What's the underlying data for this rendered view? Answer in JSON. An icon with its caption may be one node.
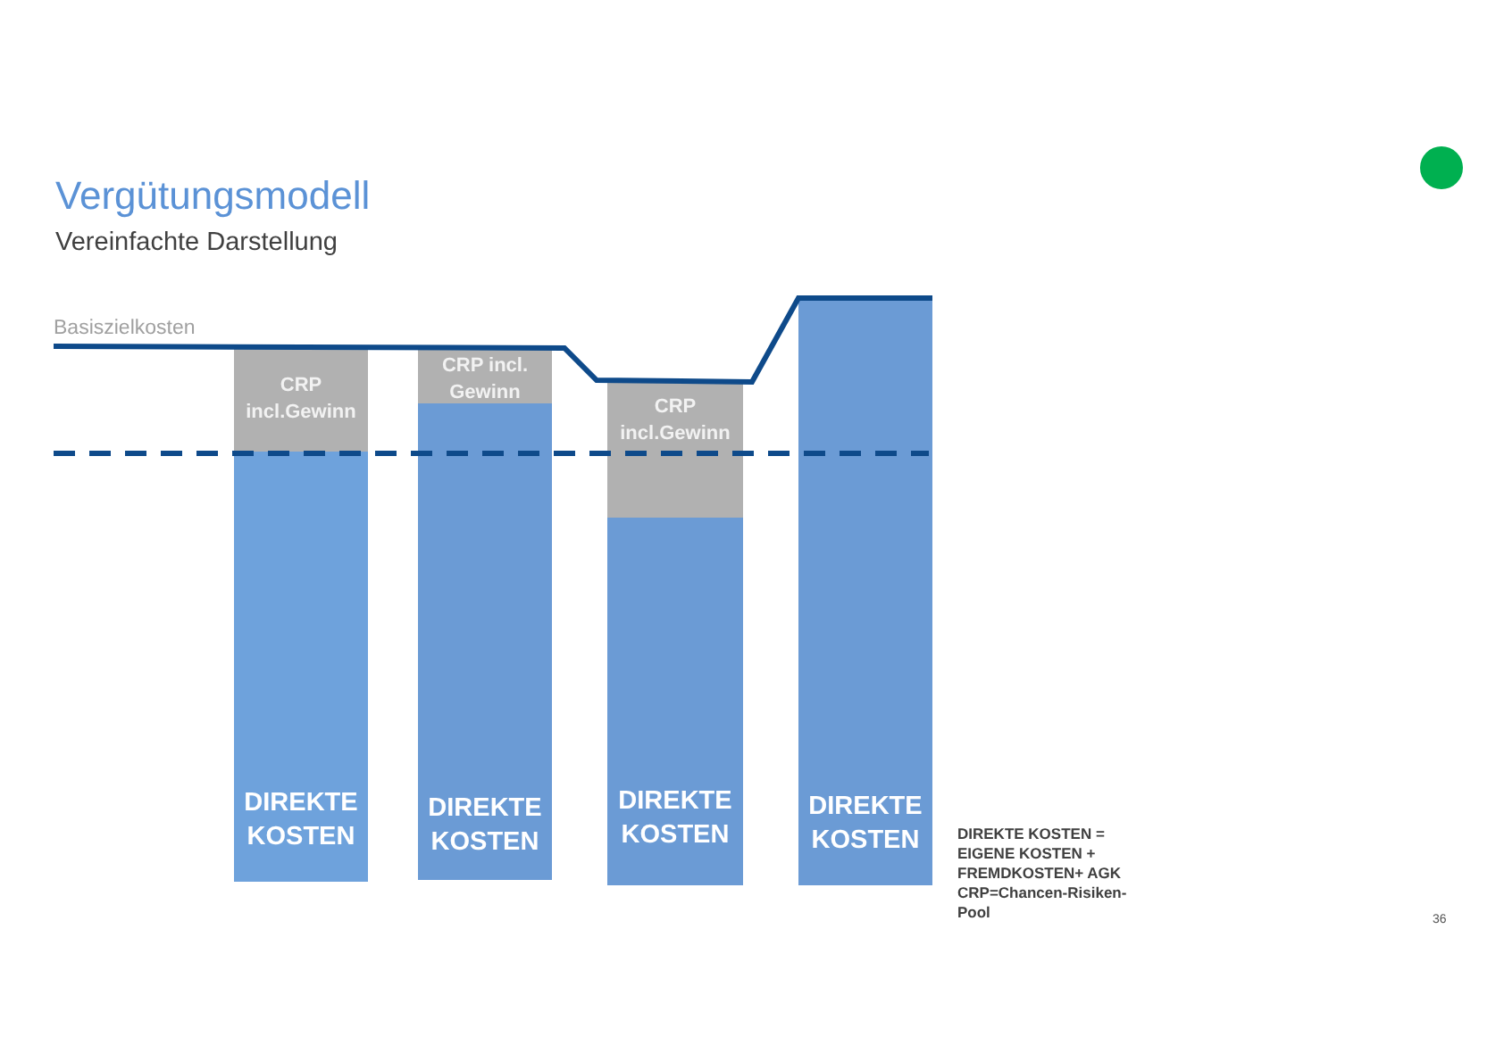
{
  "diagram": {
    "title": "Vergütungsmodell",
    "nodes": [
      {
        "text": [
          "CRP incl.Gewinn"
        ]
      },
      {
        "text": [
          "DIREKTE KOSTEN"
        ]
      },
      {
        "text": [
          "CRP incl. Gewinn"
        ]
      },
      {
        "text": [
          "DIREKTE KOSTEN"
        ]
      },
      {
        "text": [
          "CRP incl.Gewinn"
        ]
      },
      {
        "text": [
          "DIREKTE KOSTEN"
        ]
      },
      {
        "text": [
          "DIREKTE KOSTEN"
        ]
      }
    ],
    "edges": [],
    "labels": [
      "Vereinfachte Darstellung",
      "Basiszielkosten",
      "DIREKTE KOSTEN = EIGENE KOSTEN + FREMDKOSTEN+ AGK",
      "CRP=Chancen-Risiken-Pool",
      "36"
    ]
  }
}
